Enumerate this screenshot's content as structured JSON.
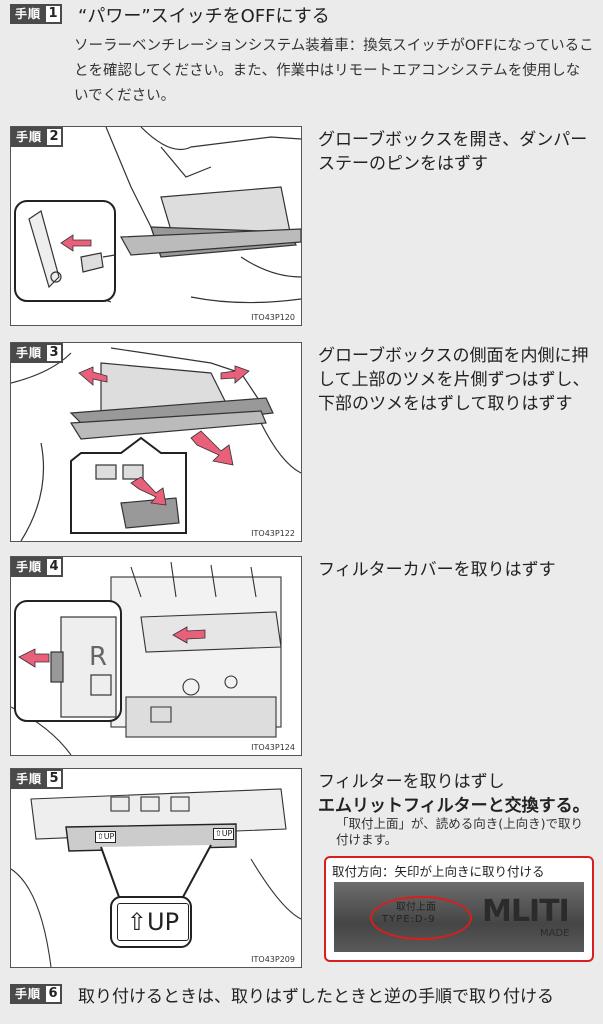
{
  "step_label": "手順",
  "step1": {
    "num": "1",
    "title": "“パワー”スイッチをOFFにする",
    "desc": "ソーラーベンチレーションシステム装着車：換気スイッチがOFFになっていることを確認してください。また、作業中はリモートエアコンシステムを使用しないでください。"
  },
  "step2": {
    "num": "2",
    "text": "グローブボックスを開き、ダンパーステーのピンをはずす",
    "code": "ITO43P120"
  },
  "step3": {
    "num": "3",
    "text": "グローブボックスの側面を内側に押して上部のツメを片側ずつはずし、下部のツメをはずして取りはずす",
    "code": "ITO43P122"
  },
  "step4": {
    "num": "4",
    "text": "フィルターカバーを取りはずす",
    "code": "ITO43P124"
  },
  "step5": {
    "num": "5",
    "text1": "フィルターを取りはずし",
    "text2": "エムリットフィルターと交換する。",
    "note": "「取付上面」が、読める向き(上向き)で取り付けます。",
    "code": "ITO43P209",
    "up_small": "⇧UP",
    "up_big": "⇧UP",
    "photo_caption": "取付方向：矢印が上向きに取り付ける",
    "photo_label1": "取付上面",
    "photo_label2": "TYPE:D-9",
    "photo_brand": "MLITI",
    "photo_made": "MADE"
  },
  "step6": {
    "num": "6",
    "title": "取り付けるときは、取りはずしたときと逆の手順で取り付ける"
  },
  "colors": {
    "badge": "#4a4a4a",
    "arrow": "#e8607a",
    "highlight": "#d81e1e"
  }
}
